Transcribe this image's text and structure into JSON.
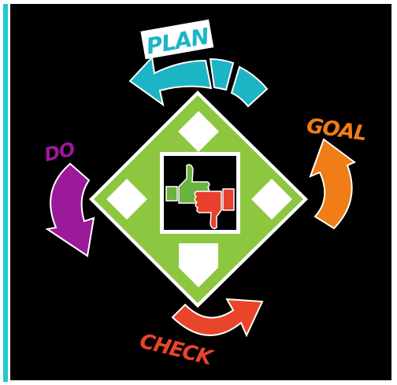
{
  "labels": {
    "plan": "PLAN",
    "goal": "GOAL",
    "do": "DO",
    "check": "CHECK"
  },
  "colors": {
    "background": "#000000",
    "left_accent": "#1ec9cf",
    "plan": "#1cb5c6",
    "goal": "#f07d16",
    "do": "#9a1a9a",
    "check": "#e8452a",
    "diamond": "#8dc63f",
    "thumb_up": "#6ab33f",
    "thumb_down": "#e9402d",
    "plate": "#ffffff"
  },
  "icons": {
    "center": "thumbs-up-thumbs-down-icon"
  }
}
